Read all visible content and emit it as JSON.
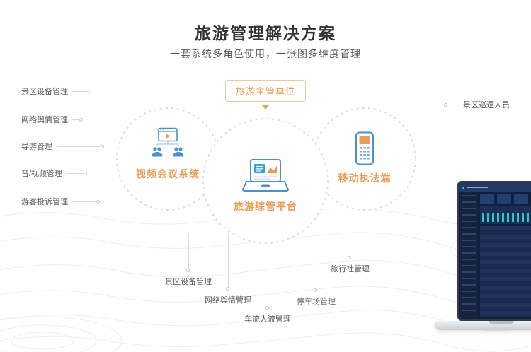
{
  "header": {
    "title": "旅游管理解决方案",
    "subtitle": "一套系统多角色使用，一张图多维度管理"
  },
  "top_badge": {
    "label": "旅游主管单位"
  },
  "nodes": {
    "left": {
      "label": "视频会议系统"
    },
    "center": {
      "label": "旅游综管平台"
    },
    "right": {
      "label": "移动执法端"
    }
  },
  "left_labels": [
    "景区设备管理",
    "网络舆情管理",
    "导游管理",
    "音/视频管理",
    "游客投诉管理"
  ],
  "right_label": "景区巡逻人员",
  "bottom_labels": [
    "景区设备管理",
    "网络舆情管理",
    "车流人流管理",
    "停车场管理",
    "旅行社管理"
  ],
  "icons": {
    "top_arrow": "down-triangle",
    "left_node": "video-conference-icon",
    "center_node": "laptop-chart-icon",
    "right_node": "handheld-terminal-icon"
  },
  "colors": {
    "accent_orange": "#E99C55",
    "icon_blue": "#4A90D2",
    "title_text": "#333333",
    "label_text": "#595959",
    "connector_line": "#D8D8D8",
    "dashboard_bg": "#10203F",
    "dashboard_teal": "#2BC7C9"
  }
}
